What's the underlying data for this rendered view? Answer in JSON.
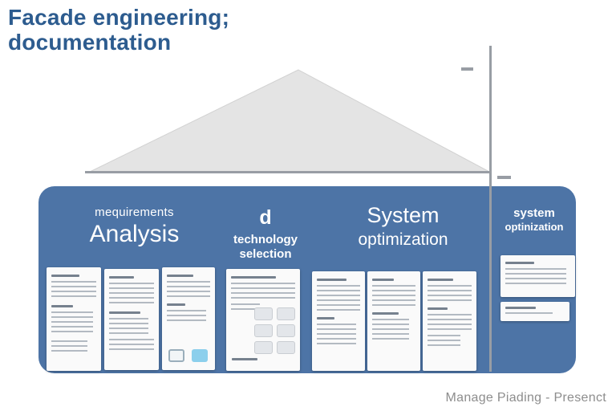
{
  "title": {
    "line1": "Facade engineering;",
    "line2": "documentation"
  },
  "sections": {
    "analysis": {
      "eyebrow": "mequirements",
      "heading": "Analysis"
    },
    "technology": {
      "heading": "d",
      "line1": "technology",
      "line2": "selection"
    },
    "system": {
      "line1": "System",
      "line2": "optimization"
    },
    "side": {
      "line1": "system",
      "line2": "optinization"
    }
  },
  "footer": {
    "credit": "Manage Piading - Presenct"
  },
  "colors": {
    "title": "#2d5c8f",
    "panel": "#4d74a6",
    "roof": "#e4e4e4",
    "guide_line": "#989da4",
    "card": "#fafafa",
    "highlight": "#8ccfec",
    "footer": "#8d8d8d"
  }
}
